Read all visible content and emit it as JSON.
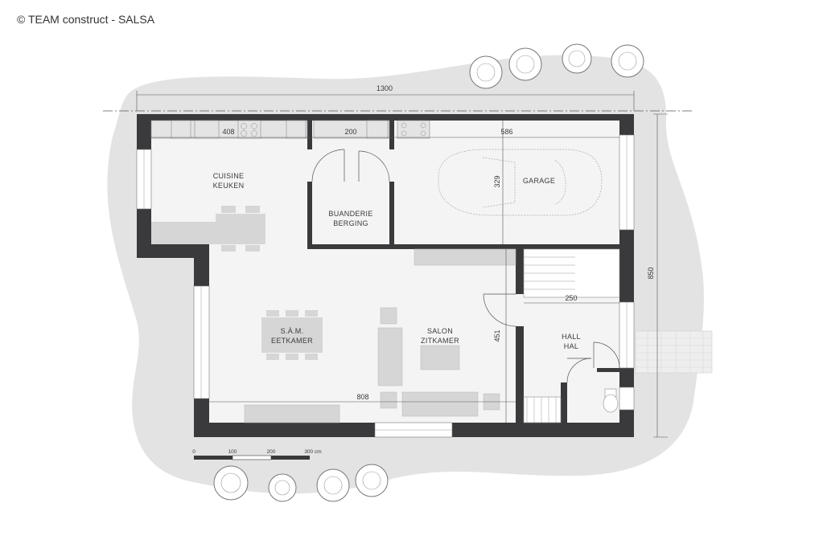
{
  "copyright": "© TEAM construct - SALSA",
  "rooms": {
    "cuisine_fr": "CUISINE",
    "cuisine_nl": "KEUKEN",
    "buanderie_fr": "BUANDERIE",
    "buanderie_nl": "BERGING",
    "garage": "GARAGE",
    "sam_fr": "S.À.M.",
    "sam_nl": "EETKAMER",
    "salon_fr": "SALON",
    "salon_nl": "ZITKAMER",
    "hall_fr": "HALL",
    "hall_nl": "HAL"
  },
  "dimensions": {
    "overall_width": "1300",
    "overall_depth": "850",
    "kitchen_width": "408",
    "berging_width": "200",
    "garage_width": "586",
    "garage_depth": "329",
    "hall_width": "250",
    "living_depth": "451",
    "living_width": "808"
  },
  "scale_bar": {
    "labels": [
      "0",
      "100",
      "200",
      "300 cm"
    ]
  },
  "colors": {
    "wall": "#3a3a3c",
    "floor": "#f4f4f4",
    "furniture": "#d6d6d6",
    "site": "#e2e2e2",
    "text": "#3a3a3a"
  }
}
